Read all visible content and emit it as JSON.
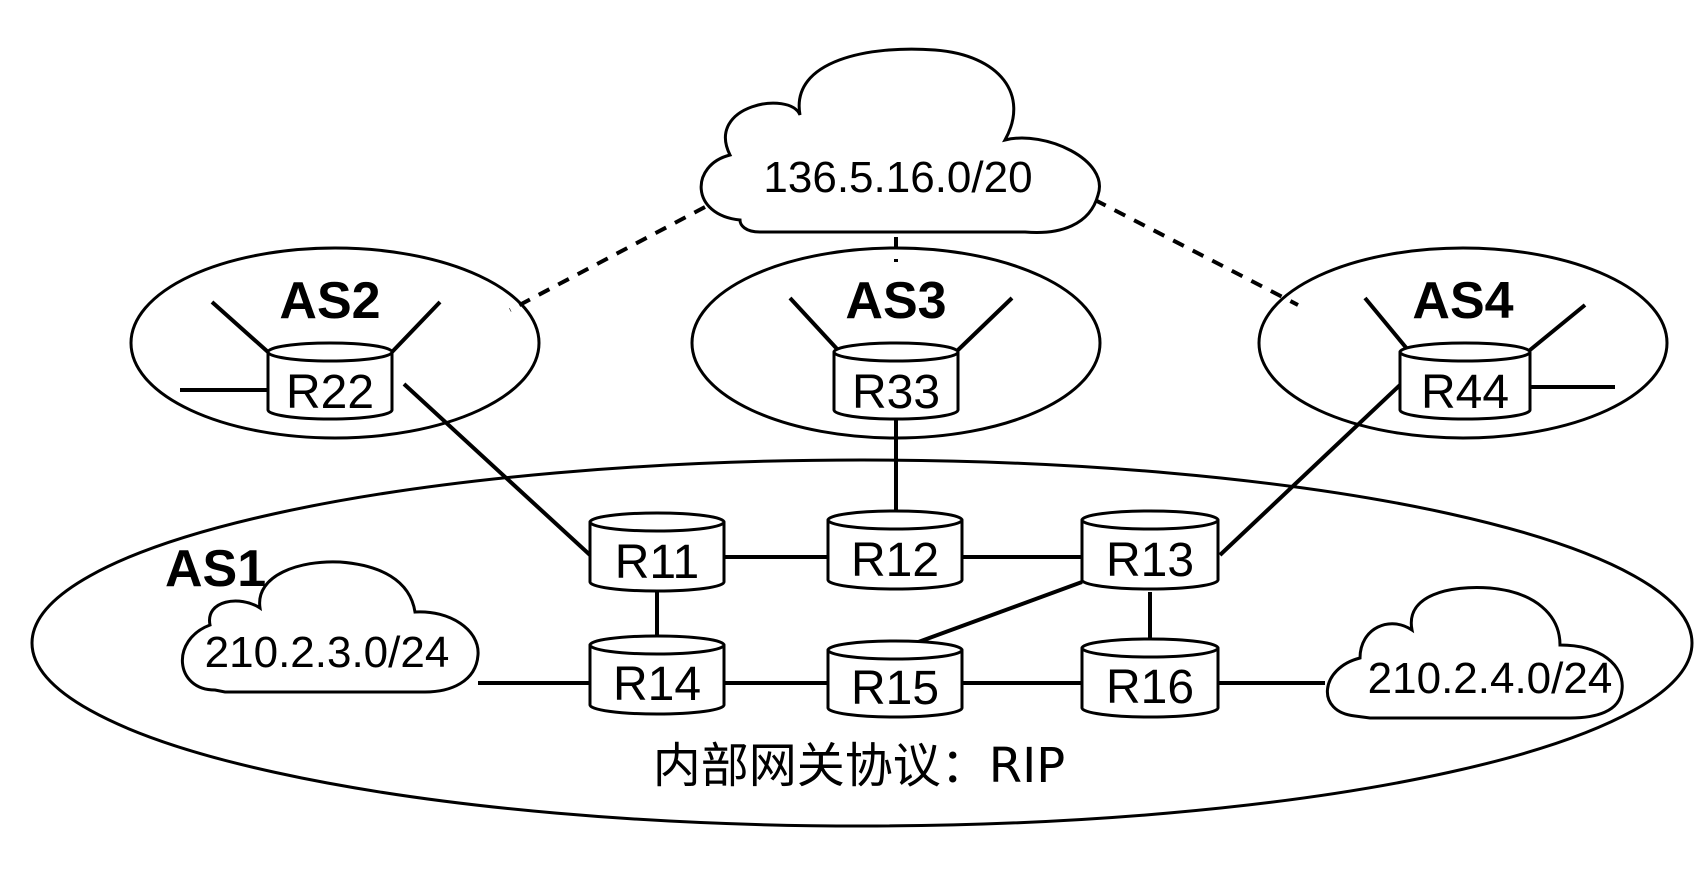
{
  "clouds": {
    "top": "136.5.16.0/20",
    "left": "210.2.3.0/24",
    "right": "210.2.4.0/24"
  },
  "as_labels": {
    "as1": "AS1",
    "as2": "AS2",
    "as3": "AS3",
    "as4": "AS4"
  },
  "routers": {
    "r11": "R11",
    "r12": "R12",
    "r13": "R13",
    "r14": "R14",
    "r15": "R15",
    "r16": "R16",
    "r22": "R22",
    "r33": "R33",
    "r44": "R44"
  },
  "caption": "内部网关协议：RIP"
}
